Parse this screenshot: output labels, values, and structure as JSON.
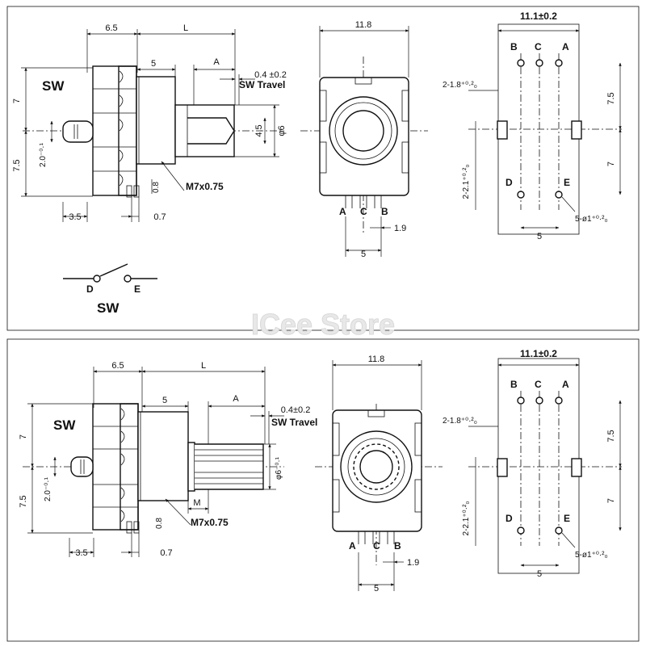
{
  "watermark": "ICee Store",
  "top": {
    "side": {
      "dim_65": "6.5",
      "dim_l": "L",
      "dim_5": "5",
      "dim_a": "A",
      "dim_travel": "0.4 ±0.2",
      "sw_travel": "SW Travel",
      "sw": "SW",
      "dim_7": "7",
      "dim_75": "7.5",
      "dim_20": "2.0⁻⁰·¹",
      "dim_45": "4.5",
      "dim_phi6": "φ6",
      "thread": "M7x0.75",
      "dim_08": "0.8",
      "dim_35": "3.5",
      "dim_07": "0.7"
    },
    "switch": {
      "d": "D",
      "e": "E",
      "sw": "SW"
    },
    "front": {
      "dim_118": "11.8",
      "pin_a": "A",
      "pin_c": "C",
      "pin_b": "B",
      "dim_19": "1.9",
      "dim_5": "5"
    },
    "pins": {
      "dim_111": "11.1±0.2",
      "b": "B",
      "c": "C",
      "a": "A",
      "d": "D",
      "e": "E",
      "dim_218": "2-1.8⁺⁰·²₀",
      "dim_221": "2-2.1⁺⁰·²₀",
      "dim_75": "7.5",
      "dim_7": "7",
      "dim_5": "5",
      "dim_5phi1": "5-ø1⁺⁰·²₀"
    }
  },
  "bottom": {
    "side": {
      "dim_65": "6.5",
      "dim_l": "L",
      "dim_5": "5",
      "dim_a": "A",
      "dim_travel": "0.4±0.2",
      "sw_travel": "SW Travel",
      "sw": "SW",
      "dim_7": "7",
      "dim_75": "7.5",
      "dim_20": "2.0⁻⁰·¹",
      "dim_phi6": "φ6⁻⁰·¹",
      "dim_m": "M",
      "thread": "M7x0.75",
      "dim_08": "0.8",
      "dim_35": "3.5",
      "dim_07": "0.7"
    },
    "front": {
      "dim_118": "11.8",
      "pin_a": "A",
      "pin_c": "C",
      "pin_b": "B",
      "dim_19": "1.9",
      "dim_5": "5"
    },
    "pins": {
      "dim_111": "11.1±0.2",
      "b": "B",
      "c": "C",
      "a": "A",
      "d": "D",
      "e": "E",
      "dim_218": "2-1.8⁺⁰·²₀",
      "dim_221": "2-2.1⁺⁰·²₀",
      "dim_75": "7.5",
      "dim_7": "7",
      "dim_5": "5",
      "dim_5phi1": "5-ø1⁺⁰·²₀"
    }
  }
}
